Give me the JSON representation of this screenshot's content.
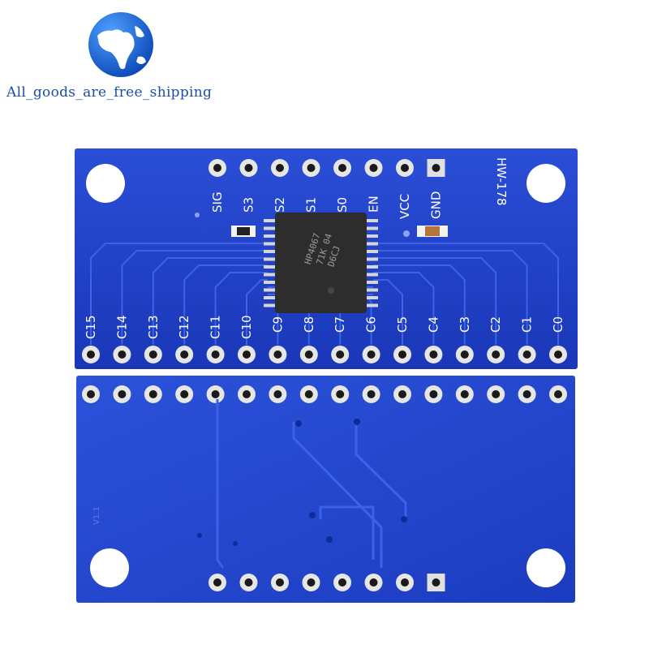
{
  "store": {
    "name": "All_goods_are_free_shipping",
    "logo_icon": "globe-icon",
    "logo_color": "#1c5fc7"
  },
  "board": {
    "pcb_color": "#1e3fc2",
    "model": "HW-178",
    "chip_marking": [
      "HP4067",
      "71K 04",
      "D6CJ"
    ],
    "top_header_labels": [
      "SIG",
      "S3",
      "S2",
      "S1",
      "S0",
      "EN",
      "VCC",
      "GND"
    ],
    "bottom_header_labels": [
      "C15",
      "C14",
      "C13",
      "C12",
      "C11",
      "C10",
      "C9",
      "C8",
      "C7",
      "C6",
      "C5",
      "C4",
      "C3",
      "C2",
      "C1",
      "C0"
    ],
    "back_small_mark": "V1.1"
  }
}
